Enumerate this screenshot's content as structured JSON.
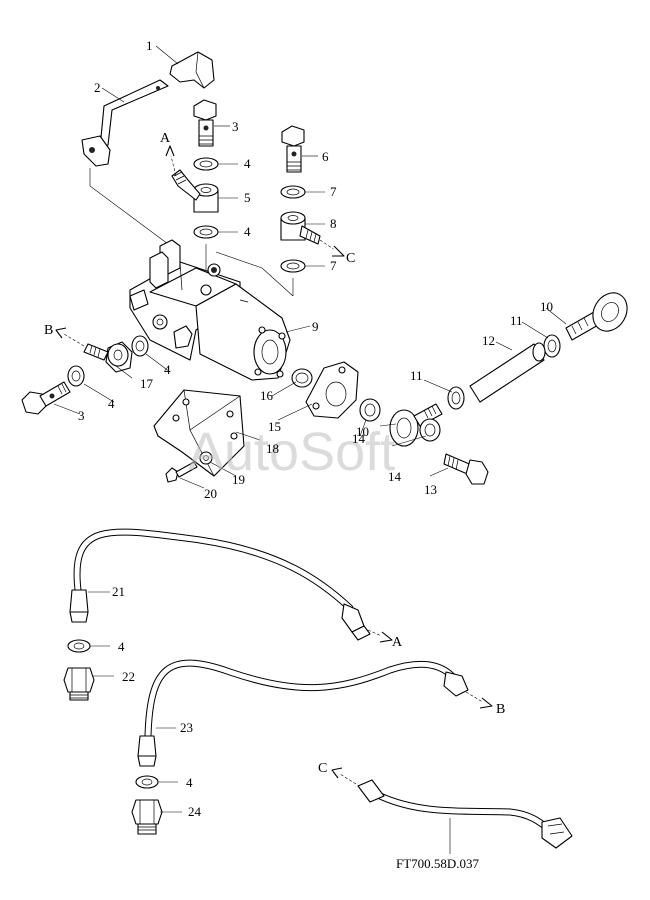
{
  "callouts": {
    "c1": "1",
    "c2": "2",
    "c3a": "3",
    "c3b": "3",
    "c4a": "4",
    "c4b": "4",
    "c4c": "4",
    "c4d": "4",
    "c4e": "4",
    "c4f": "4",
    "c5": "5",
    "c6": "6",
    "c7a": "7",
    "c7b": "7",
    "c8": "8",
    "c9": "9",
    "c10a": "10",
    "c10b": "10",
    "c11a": "11",
    "c11b": "11",
    "c12": "12",
    "c13": "13",
    "c14a": "14",
    "c14b": "14",
    "c15": "15",
    "c16": "16",
    "c17": "17",
    "c18": "18",
    "c19": "19",
    "c20": "20",
    "c21": "21",
    "c22": "22",
    "c23": "23",
    "c24": "24"
  },
  "connection_labels": {
    "a1": "A",
    "a2": "A",
    "b1": "B",
    "b2": "B",
    "cc1": "C",
    "cc2": "C"
  },
  "watermark": "AutoSoft",
  "drawing_number": "FT700.58D.037"
}
